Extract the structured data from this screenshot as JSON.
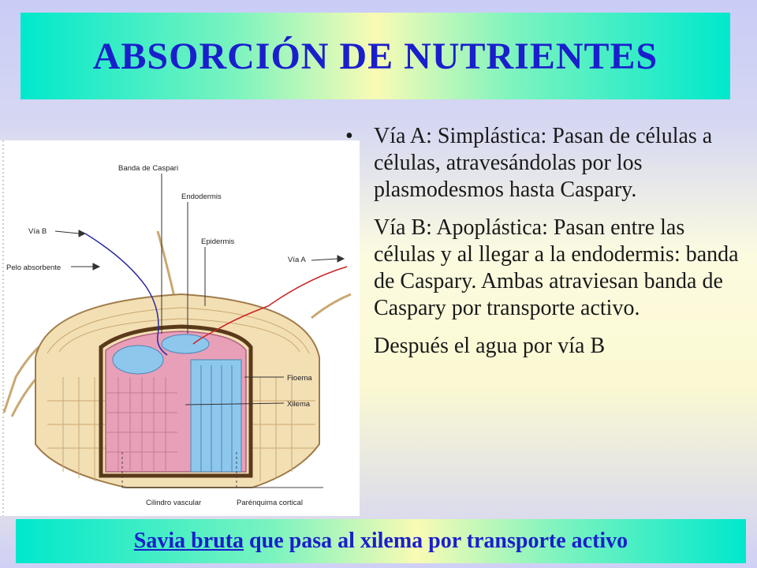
{
  "title": "ABSORCIÓN DE NUTRIENTES",
  "bullets": [
    "Vía A: Simplástica: Pasan de células a células, atravesándolas por los plasmodesmos hasta Caspary.",
    "Vía B: Apoplástica: Pasan entre las células y al llegar a la endodermis: banda de Caspary. Ambas atraviesan banda de Caspary por transporte activo.",
    "Después el agua por vía B"
  ],
  "diagram": {
    "labels": {
      "banda": "Banda de Caspari",
      "endodermis": "Endodermis",
      "epidermis": "Epidermis",
      "via_b": "Vía B",
      "via_a": "Vía A",
      "pelo": "Pelo absorbente",
      "floema": "Floema",
      "xilema": "Xilema",
      "cilindro": "Cilindro vascular",
      "parenquima": "Parénquima cortical"
    }
  },
  "bottom": {
    "underlined": "Savia bruta",
    "rest": " que pasa al xilema por transporte activo"
  },
  "colors": {
    "title": "#1a1fcc",
    "pink_tissue": "#e8a0b8",
    "blue_tissue": "#8ec7ec",
    "cortex": "#f3dfb4"
  }
}
